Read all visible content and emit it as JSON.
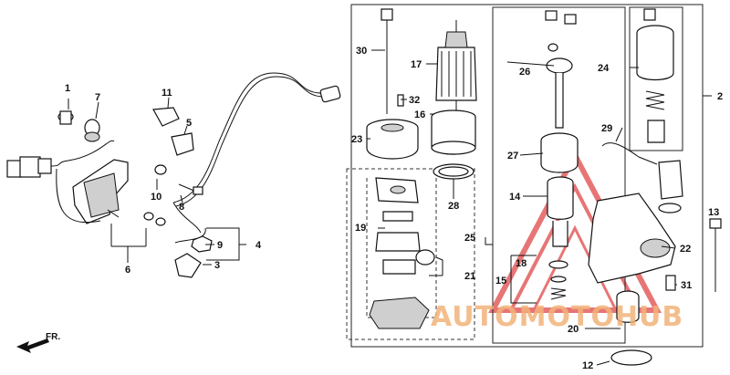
{
  "diagram": {
    "callouts": [
      "1",
      "7",
      "11",
      "5",
      "6",
      "10",
      "8",
      "9",
      "3",
      "4",
      "30",
      "17",
      "32",
      "16",
      "23",
      "28",
      "19",
      "21",
      "25",
      "26",
      "24",
      "2",
      "29",
      "27",
      "14",
      "22",
      "18",
      "15",
      "31",
      "13",
      "20",
      "12"
    ],
    "direction_label": "FR.",
    "watermark": {
      "text": "AUTOMOTOHUB",
      "color": "#e9893a"
    }
  }
}
